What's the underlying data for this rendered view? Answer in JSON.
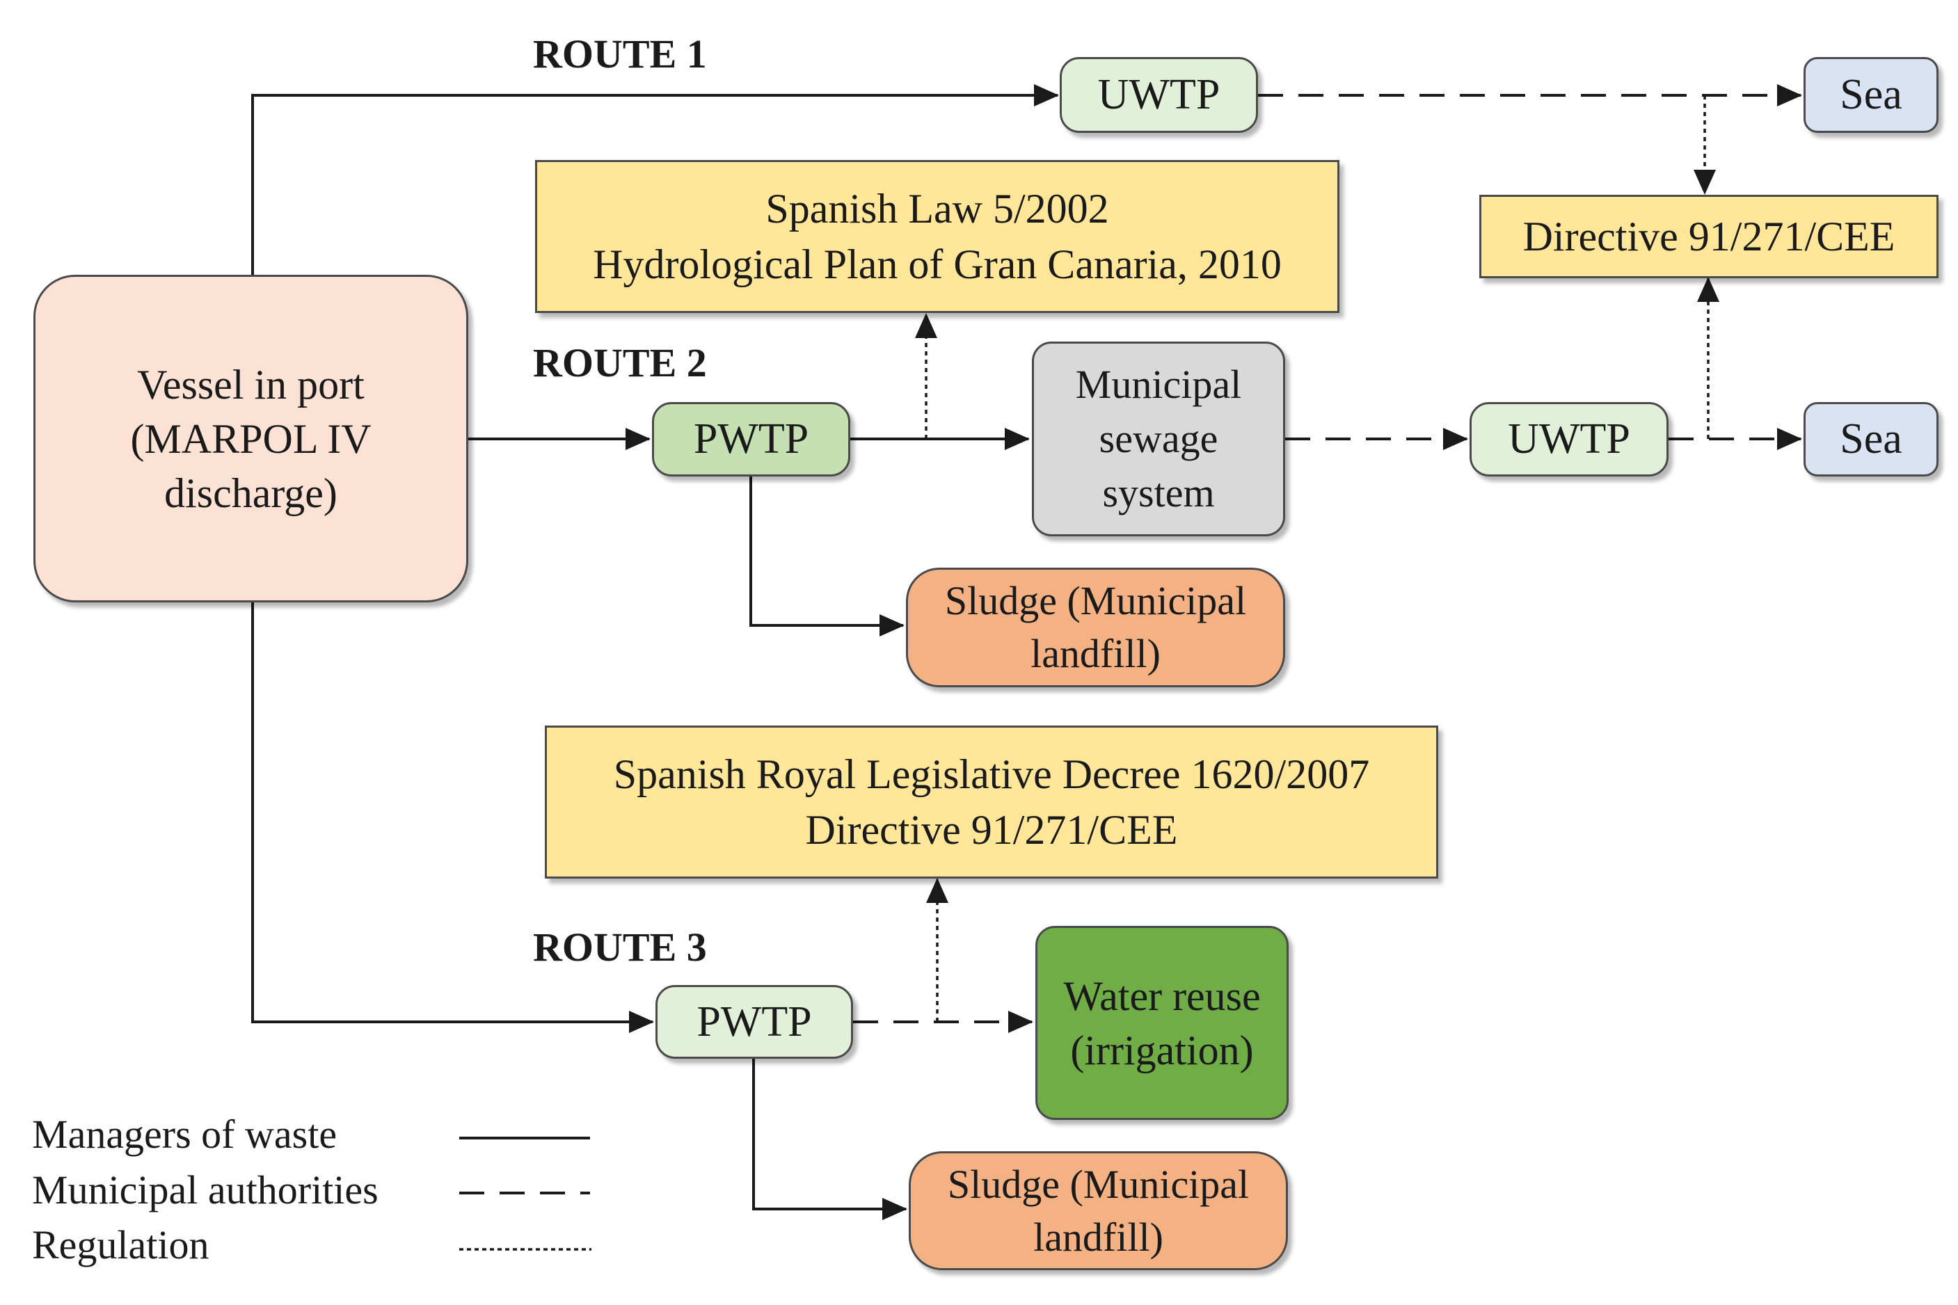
{
  "routes": {
    "route1": "ROUTE 1",
    "route2": "ROUTE 2",
    "route3": "ROUTE 3"
  },
  "nodes": {
    "vessel": "Vessel in port\n(MARPOL IV\ndischarge)",
    "uwtp_route1": "UWTP",
    "sea_route1": "Sea",
    "law_route2": "Spanish Law 5/2002\nHydrological Plan of Gran Canaria, 2010",
    "directive_top": "Directive 91/271/CEE",
    "pwtp_route2": "PWTP",
    "municipal_sewage": "Municipal\nsewage\nsystem",
    "uwtp_route2": "UWTP",
    "sea_route2": "Sea",
    "sludge_route2": "Sludge (Municipal\nlandfill)",
    "decree_route3": "Spanish Royal Legislative Decree 1620/2007\nDirective 91/271/CEE",
    "pwtp_route3": "PWTP",
    "water_reuse": "Water reuse\n(irrigation)",
    "sludge_route3": "Sludge (Municipal\nlandfill)"
  },
  "legend": {
    "solid": "Managers of waste",
    "dashed": "Municipal authorities",
    "dotted": "Regulation"
  },
  "colors": {
    "vessel_fill": "#fbe2d4",
    "light_green_fill": "#e2efd9",
    "mid_green_fill": "#c5e0b3",
    "sea_fill": "#dae3f3",
    "regulation_fill": "#ffe699",
    "sewage_fill": "#d9d9d9",
    "sludge_fill": "#f4b183",
    "water_reuse_fill": "#70ad47",
    "stroke": "#1a1a1a"
  }
}
